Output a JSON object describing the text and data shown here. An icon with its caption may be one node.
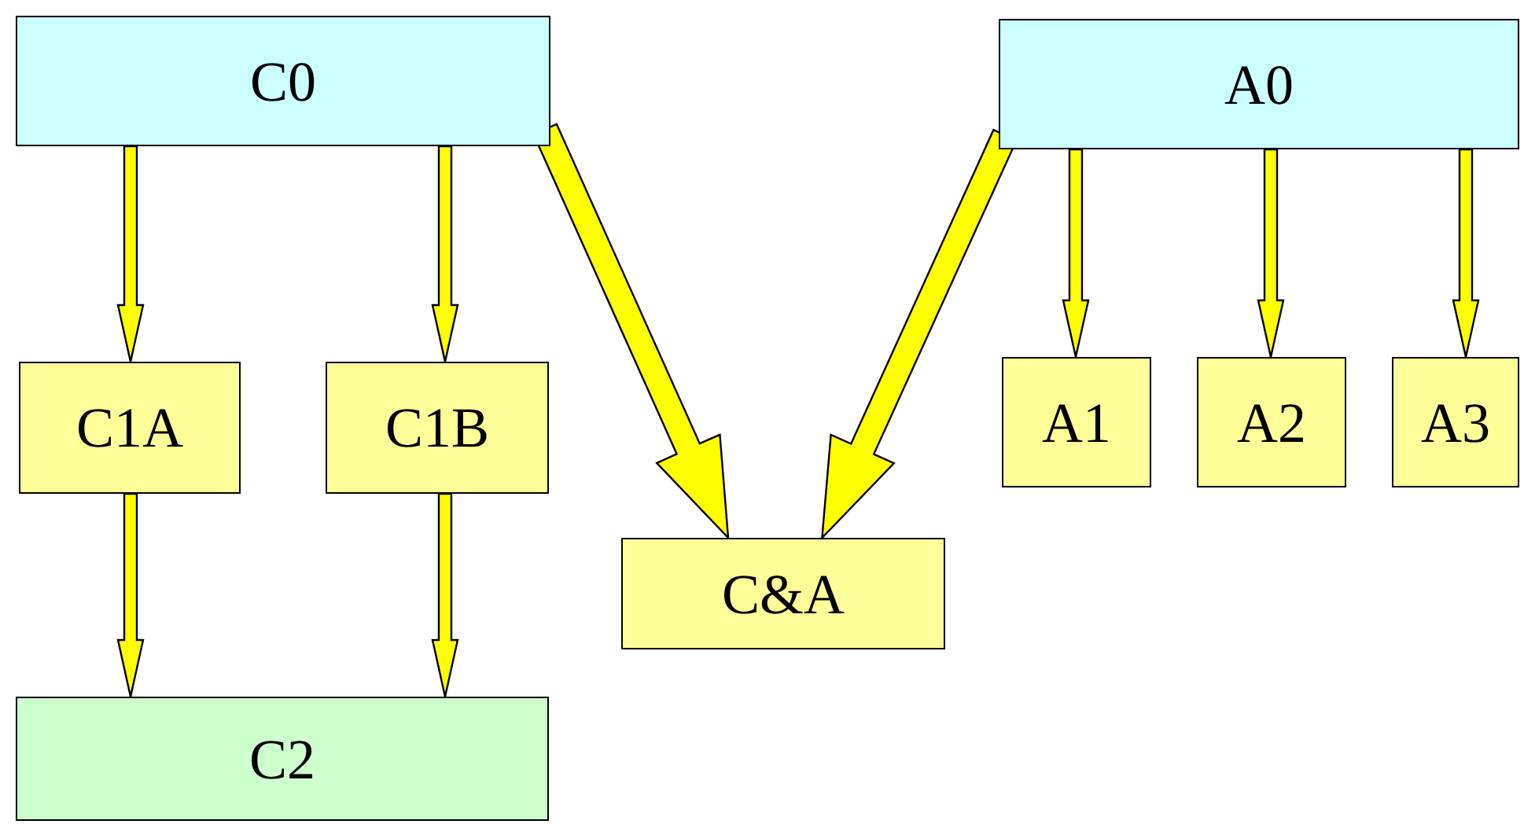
{
  "diagram": {
    "nodes": [
      {
        "text": [
          "C0"
        ]
      },
      {
        "text": [
          "A0"
        ]
      },
      {
        "text": [
          "C1A"
        ]
      },
      {
        "text": [
          "C1B"
        ]
      },
      {
        "text": [
          "C&A"
        ]
      },
      {
        "text": [
          "A1"
        ]
      },
      {
        "text": [
          "A2"
        ]
      },
      {
        "text": [
          "A3"
        ]
      },
      {
        "text": [
          "C2"
        ]
      }
    ],
    "edges": [
      {
        "from": 0,
        "to": 2,
        "arrow": "to"
      },
      {
        "from": 0,
        "to": 3,
        "arrow": "to"
      },
      {
        "from": 0,
        "to": 4,
        "arrow": "to",
        "style": "thick"
      },
      {
        "from": 1,
        "to": 4,
        "arrow": "to",
        "style": "thick"
      },
      {
        "from": 1,
        "to": 5,
        "arrow": "to"
      },
      {
        "from": 1,
        "to": 6,
        "arrow": "to"
      },
      {
        "from": 1,
        "to": 7,
        "arrow": "to"
      },
      {
        "from": 2,
        "to": 8,
        "arrow": "to"
      },
      {
        "from": 3,
        "to": 8,
        "arrow": "to"
      }
    ]
  }
}
